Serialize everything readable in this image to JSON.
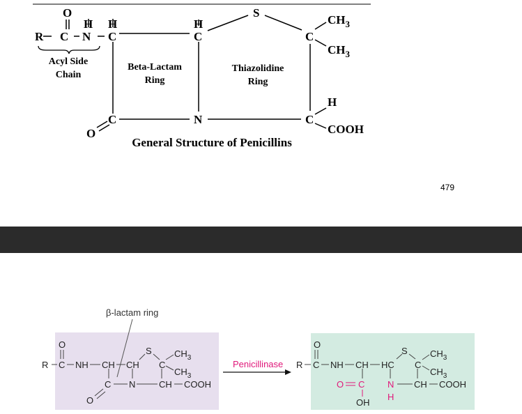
{
  "top_figure": {
    "atoms": {
      "O_carbonyl": "O",
      "H_amide": "H",
      "H_alpha": "H",
      "H_6": "H",
      "S": "S",
      "CH3_a": "CH",
      "CH3_b": "CH",
      "sub3": "3",
      "R": "R",
      "C_carbonyl": "C",
      "N_amide": "N",
      "C_alpha": "C",
      "C_6": "C",
      "C_2": "C",
      "C_lactam": "C",
      "O_lactam": "O",
      "N_ring": "N",
      "C_3": "C",
      "H_3": "H",
      "COOH": "COOH"
    },
    "labels": {
      "acyl_side_chain_1": "Acyl Side",
      "acyl_side_chain_2": "Chain",
      "beta_lactam_1": "Beta-Lactam",
      "beta_lactam_2": "Ring",
      "thiazolidine_1": "Thiazolidine",
      "thiazolidine_2": "Ring"
    },
    "caption": "General Structure of Penicillins"
  },
  "page_number": "479",
  "bottom_figure": {
    "callout": "β-lactam ring",
    "arrow_label": "Penicillinase",
    "colors": {
      "left_panel": "#e7dfee",
      "right_panel": "#d3ebe1",
      "highlight": "#e0187a",
      "arrow_label": "#e0187a"
    },
    "left": {
      "O_top": "O",
      "R": "R",
      "C1": "C",
      "NH": "NH",
      "CH_a": "CH",
      "CH_b": "CH",
      "S": "S",
      "C_q": "C",
      "CH3_1": "CH",
      "CH3_2": "CH",
      "sub3": "3",
      "C_lactam": "C",
      "N": "N",
      "CH_c": "CH",
      "COOH": "COOH",
      "O_bottom": "O"
    },
    "right": {
      "O_top": "O",
      "R": "R",
      "C1": "C",
      "NH": "NH",
      "CH_a": "CH",
      "HC": "HC",
      "S": "S",
      "C_q": "C",
      "CH3_1": "CH",
      "CH3_2": "CH",
      "sub3": "3",
      "O_acid": "O",
      "C_acid": "C",
      "N": "N",
      "H": "H",
      "CH_c": "CH",
      "COOH": "COOH",
      "OH": "OH"
    }
  }
}
